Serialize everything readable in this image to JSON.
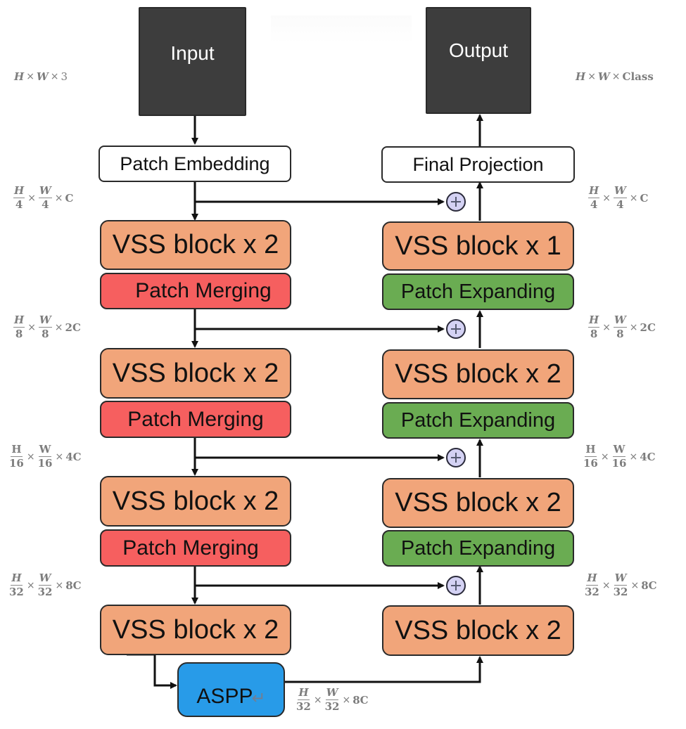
{
  "diagram": {
    "title": "",
    "input": "Input",
    "output": "Output",
    "patch_embedding": "Patch Embedding",
    "final_projection": "Final Projection",
    "encoder": [
      {
        "block": "VSS block x 2",
        "downsample": "Patch Merging"
      },
      {
        "block": "VSS block x 2",
        "downsample": "Patch Merging"
      },
      {
        "block": "VSS block x 2",
        "downsample": "Patch Merging"
      },
      {
        "block": "VSS block x 2"
      }
    ],
    "bottleneck": {
      "label": "ASPP",
      "glyph": "↵"
    },
    "decoder": [
      {
        "block": "VSS block x 2"
      },
      {
        "block": "VSS block x 2",
        "upsample": "Patch Expanding"
      },
      {
        "block": "VSS block x 2",
        "upsample": "Patch Expanding"
      },
      {
        "block": "VSS block x 1",
        "upsample": "Patch Expanding"
      }
    ],
    "skip_op": "add-icon",
    "dimensions": {
      "input": {
        "a": "H",
        "b": "W",
        "c": "3"
      },
      "output": {
        "a": "H",
        "b": "W",
        "c": "Class"
      },
      "stage1": {
        "hn": "H",
        "hd": "4",
        "wn": "W",
        "wd": "4",
        "c": "C"
      },
      "stage2": {
        "hn": "H",
        "hd": "8",
        "wn": "W",
        "wd": "8",
        "c": "2C"
      },
      "stage3": {
        "hn": "H",
        "hd": "16",
        "wn": "W",
        "wd": "16",
        "c": "4C"
      },
      "stage4": {
        "hn": "H",
        "hd": "32",
        "wn": "W",
        "wd": "32",
        "c": "8C"
      }
    },
    "colors": {
      "io": "#3d3d3d",
      "vss": "#f1a57a",
      "patch_merging": "#f65f5f",
      "patch_expanding": "#6aac52",
      "aspp": "#289be8",
      "add": "#d4d2f4"
    },
    "times": "×"
  }
}
